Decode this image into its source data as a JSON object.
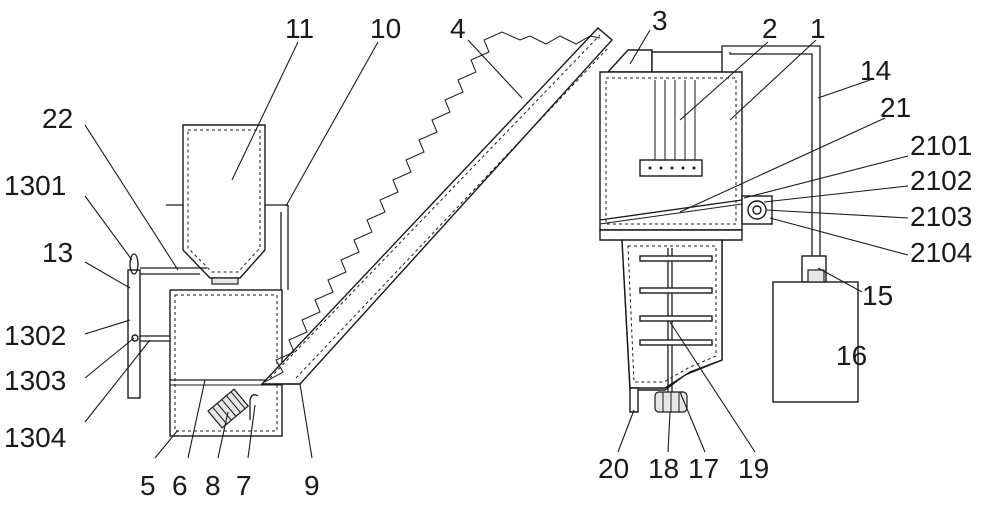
{
  "diagram": {
    "labels": [
      {
        "id": "1",
        "text": "1"
      },
      {
        "id": "2",
        "text": "2"
      },
      {
        "id": "3",
        "text": "3"
      },
      {
        "id": "4",
        "text": "4"
      },
      {
        "id": "5",
        "text": "5"
      },
      {
        "id": "6",
        "text": "6"
      },
      {
        "id": "7",
        "text": "7"
      },
      {
        "id": "8",
        "text": "8"
      },
      {
        "id": "9",
        "text": "9"
      },
      {
        "id": "10",
        "text": "10"
      },
      {
        "id": "11",
        "text": "11"
      },
      {
        "id": "13",
        "text": "13"
      },
      {
        "id": "14",
        "text": "14"
      },
      {
        "id": "15",
        "text": "15"
      },
      {
        "id": "16",
        "text": "16"
      },
      {
        "id": "17",
        "text": "17"
      },
      {
        "id": "18",
        "text": "18"
      },
      {
        "id": "19",
        "text": "19"
      },
      {
        "id": "20",
        "text": "20"
      },
      {
        "id": "21",
        "text": "21"
      },
      {
        "id": "22",
        "text": "22"
      },
      {
        "id": "1301",
        "text": "1301"
      },
      {
        "id": "1302",
        "text": "1302"
      },
      {
        "id": "1303",
        "text": "1303"
      },
      {
        "id": "1304",
        "text": "1304"
      },
      {
        "id": "2101",
        "text": "2101"
      },
      {
        "id": "2102",
        "text": "2102"
      },
      {
        "id": "2103",
        "text": "2103"
      },
      {
        "id": "2104",
        "text": "2104"
      }
    ]
  }
}
